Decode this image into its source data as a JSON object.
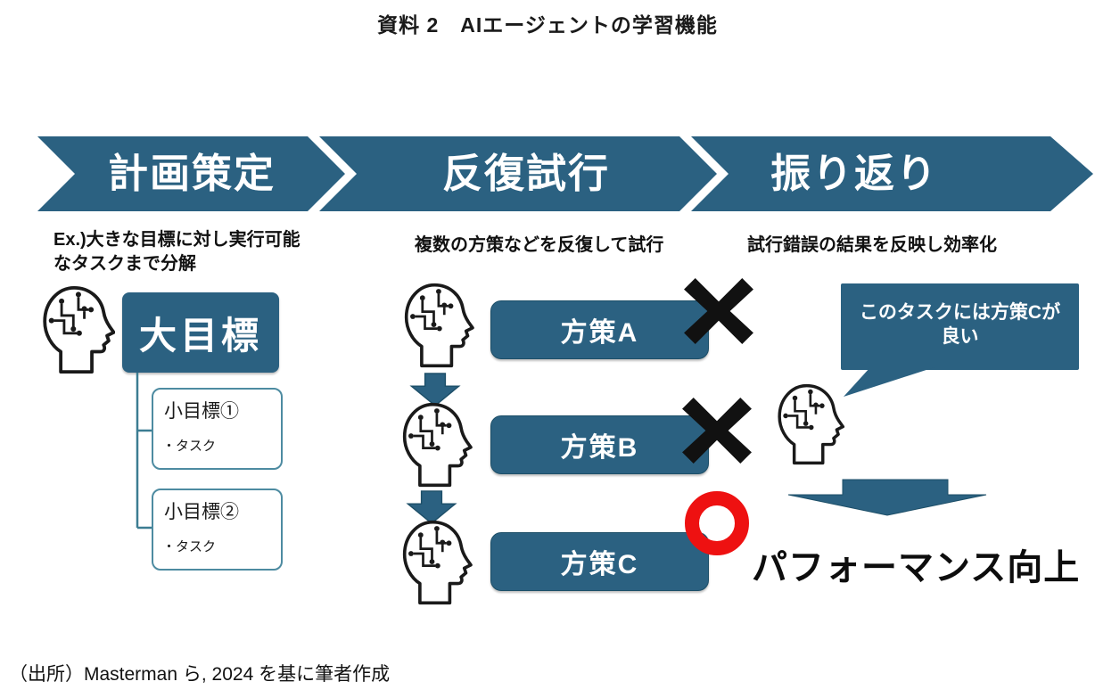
{
  "title": "資料 2　AIエージェントの学習機能",
  "caption": "（出所）Masterman ら, 2024 を基に筆者作成",
  "colors": {
    "accent": "#2b6181",
    "box_border": "#4d8ba1",
    "cross": "#111111",
    "ring": "#ee1111"
  },
  "stages": [
    {
      "label": "計画策定",
      "note_lines": [
        "Ex.)大きな目標に対し実行可能",
        "なタスクまで分解"
      ]
    },
    {
      "label": "反復試行",
      "note_lines": [
        "複数の方策などを反復して試行"
      ]
    },
    {
      "label": "振り返り",
      "note_lines": [
        "試行錯誤の結果を反映し効率化"
      ]
    }
  ],
  "planning": {
    "big_goal": "大目標",
    "subgoals": [
      {
        "title": "小目標①",
        "task": "・タスク"
      },
      {
        "title": "小目標②",
        "task": "・タスク"
      }
    ]
  },
  "trials": {
    "policies": [
      {
        "label": "方策A",
        "result": "fail"
      },
      {
        "label": "方策B",
        "result": "fail"
      },
      {
        "label": "方策C",
        "result": "success"
      }
    ]
  },
  "reflection": {
    "bubble_lines": [
      "このタスクには方策Cが",
      "良い"
    ],
    "outcome": "パフォーマンス向上"
  },
  "icons": {
    "head": "ai-head-icon (human profile with circuit brain)",
    "fail": "x-mark",
    "success": "o-mark (red ring)",
    "flow": "down-block-arrow"
  }
}
